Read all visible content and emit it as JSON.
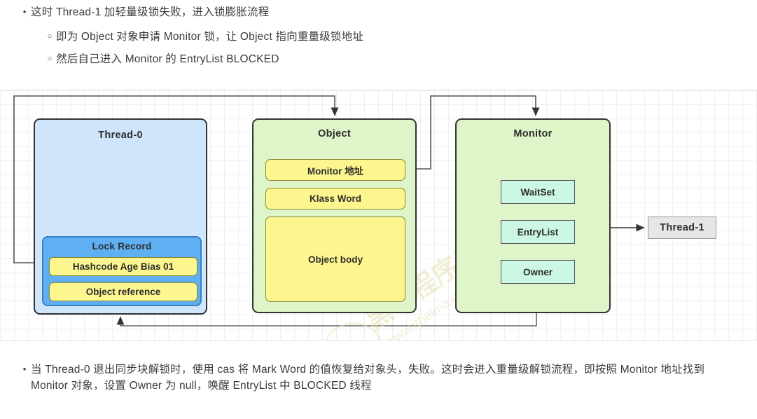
{
  "prose_top": {
    "items": [
      {
        "level": 1,
        "marker": "•",
        "text": "这时 Thread-1 加轻量级锁失败，进入锁膨胀流程"
      },
      {
        "level": 2,
        "marker": "○",
        "text": "即为 Object 对象申请 Monitor 锁，让 Object 指向重量级锁地址"
      },
      {
        "level": 2,
        "marker": "○",
        "text": "然后自己进入 Monitor 的 EntryList BLOCKED"
      }
    ]
  },
  "prose_bottom": {
    "items": [
      {
        "level": 1,
        "marker": "•",
        "text": "当 Thread-0 退出同步块解锁时，使用 cas 将 Mark Word 的值恢复给对象头，失败。这时会进入重量级解锁流程，即按照 Monitor 地址找到 Monitor 对象，设置 Owner 为 null，唤醒 EntryList 中 BLOCKED 线程"
      }
    ]
  },
  "diagram": {
    "thread0": {
      "title": "Thread-0",
      "fill": "#cfe5fb",
      "stroke": "#333333",
      "lock_record": {
        "title": "Lock Record",
        "fill": "#5fb0f2",
        "cells": [
          {
            "label": "Hashcode Age Bias 01",
            "fill": "#fdf68e"
          },
          {
            "label": "Object reference",
            "fill": "#fdf68e"
          }
        ]
      }
    },
    "object": {
      "title": "Object",
      "fill": "#ddf5c8",
      "stroke": "#333333",
      "cells": [
        {
          "label": "Monitor 地址",
          "fill": "#fdf68e"
        },
        {
          "label": "Klass Word",
          "fill": "#fdf68e"
        },
        {
          "label": "Object body",
          "fill": "#fdf68e"
        }
      ]
    },
    "monitor": {
      "title": "Monitor",
      "fill": "#ddf5c8",
      "stroke": "#333333",
      "cells": [
        {
          "label": "WaitSet",
          "fill": "#ccf7e5"
        },
        {
          "label": "EntryList",
          "fill": "#ccf7e5"
        },
        {
          "label": "Owner",
          "fill": "#ccf7e5"
        }
      ]
    },
    "thread1": {
      "title": "Thread-1",
      "fill": "#e6e6e6",
      "stroke": "#999999"
    },
    "watermark": {
      "brand": "黑马程序员",
      "site": "www.itheima.com"
    },
    "connectors": [
      {
        "name": "object-reference-to-object",
        "from": "Object reference",
        "to": "Object"
      },
      {
        "name": "monitor-address-to-monitor",
        "from": "Monitor 地址",
        "to": "Monitor"
      },
      {
        "name": "entrylist-to-thread1",
        "from": "EntryList",
        "to": "Thread-1"
      },
      {
        "name": "owner-to-thread0",
        "from": "Owner",
        "to": "Thread-0"
      }
    ]
  }
}
